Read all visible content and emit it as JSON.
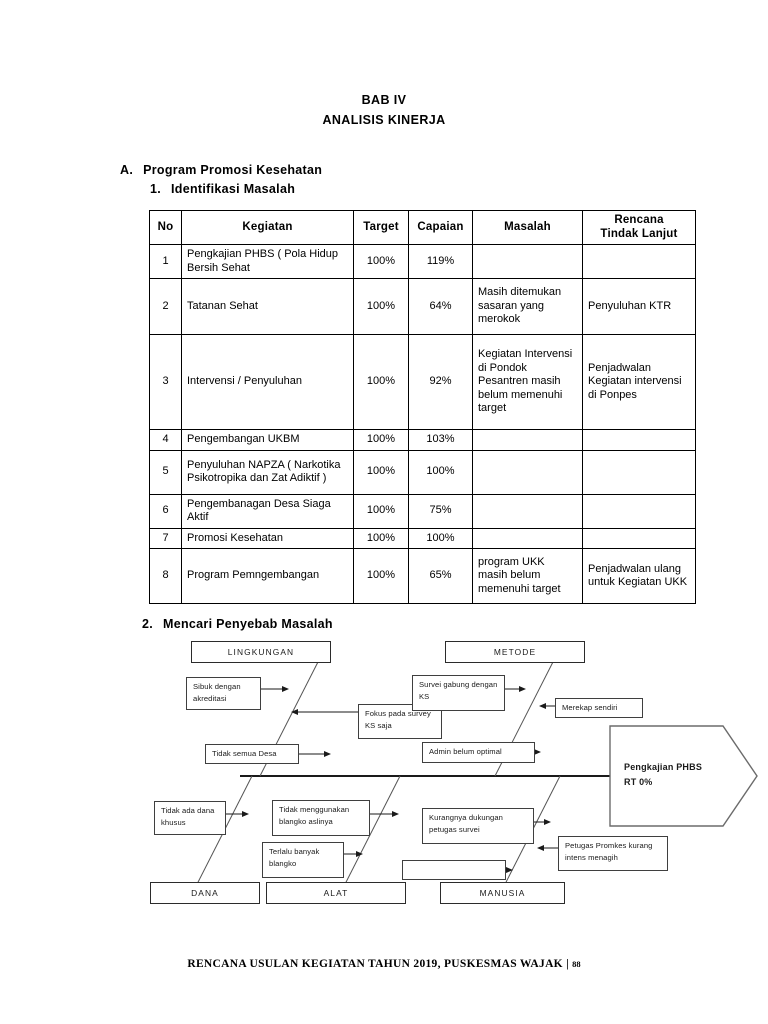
{
  "document": {
    "chapter_number": "BAB IV",
    "chapter_title": "ANALISIS KINERJA",
    "footer_text": "RENCANA USULAN KEGIATAN TAHUN 2019, PUSKESMAS WAJAK |",
    "page_number": "88"
  },
  "sections": {
    "a": {
      "marker": "A.",
      "title": "Program Promosi Kesehatan"
    },
    "a1": {
      "marker": "1.",
      "title": "Identifikasi Masalah"
    },
    "a2": {
      "marker": "2.",
      "title": "Mencari Penyebab Masalah"
    }
  },
  "table": {
    "headers": [
      "No",
      "Kegiatan",
      "Target",
      "Capaian",
      "Masalah",
      "Rencana Tindak Lanjut"
    ],
    "header_rencana_line1": "Rencana",
    "header_rencana_line2": "Tindak Lanjut",
    "rows": [
      {
        "no": "1",
        "kegiatan": "Pengkajian PHBS  ( Pola Hidup Bersih Sehat",
        "target": "100%",
        "capaian": "119%",
        "masalah": "",
        "rencana": ""
      },
      {
        "no": "2",
        "kegiatan": "Tatanan Sehat",
        "target": "100%",
        "capaian": "64%",
        "masalah": "Masih ditemukan sasaran yang merokok",
        "rencana": "Penyuluhan KTR"
      },
      {
        "no": "3",
        "kegiatan": "Intervensi / Penyuluhan",
        "target": "100%",
        "capaian": "92%",
        "masalah": "Kegiatan Intervensi di Pondok Pesantren masih belum memenuhi target",
        "rencana": "Penjadwalan Kegiatan intervensi di Ponpes"
      },
      {
        "no": "4",
        "kegiatan": "Pengembangan UKBM",
        "target": "100%",
        "capaian": "103%",
        "masalah": "",
        "rencana": ""
      },
      {
        "no": "5",
        "kegiatan": "Penyuluhan NAPZA ( Narkotika Psikotropika dan Zat Adiktif )",
        "target": "100%",
        "capaian": "100%",
        "masalah": "",
        "rencana": ""
      },
      {
        "no": "6",
        "kegiatan": "Pengembanagan Desa Siaga Aktif",
        "target": "100%",
        "capaian": "75%",
        "masalah": "",
        "rencana": ""
      },
      {
        "no": "7",
        "kegiatan": "Promosi Kesehatan",
        "target": "100%",
        "capaian": "100%",
        "masalah": "",
        "rencana": ""
      },
      {
        "no": "8",
        "kegiatan": "Program Pemngembangan",
        "target": "100%",
        "capaian": "65%",
        "masalah": "program UKK masih belum memenuhi target",
        "rencana": "Penjadwalan ulang untuk Kegiatan UKK"
      }
    ]
  },
  "fishbone": {
    "effect_line1": "Pengkajian PHBS",
    "effect_line2": "RT 0%",
    "categories": [
      {
        "id": "lingkungan",
        "label": "LINGKUNGAN"
      },
      {
        "id": "metode",
        "label": "METODE"
      },
      {
        "id": "dana",
        "label": "DANA"
      },
      {
        "id": "alat",
        "label": "ALAT"
      },
      {
        "id": "manusia",
        "label": "MANUSIA"
      }
    ],
    "causes": [
      {
        "id": "sibuk-akreditasi",
        "category": "lingkungan",
        "text": "Sibuk dengan akreditasi"
      },
      {
        "id": "fokus-survey-ks",
        "category": "lingkungan",
        "text": "Fokus pada survey KS saja"
      },
      {
        "id": "tidak-semua-desa",
        "category": "lingkungan",
        "text": "Tidak semua Desa"
      },
      {
        "id": "survei-gabung-ks",
        "category": "metode",
        "text": "Survei gabung dengan KS"
      },
      {
        "id": "merekap-sendiri",
        "category": "metode",
        "text": "Merekap sendiri"
      },
      {
        "id": "admin-belum-optimal",
        "category": "metode",
        "text": "Admin belum optimal"
      },
      {
        "id": "tidak-ada-dana-khusus",
        "category": "dana",
        "text": "Tidak ada dana khusus"
      },
      {
        "id": "blangko-aslinya",
        "category": "alat",
        "text": "Tidak menggunakan blangko aslinya"
      },
      {
        "id": "terlalu-banyak-blangko",
        "category": "alat",
        "text": "Terlalu banyak blangko"
      },
      {
        "id": "kurangnya-dukungan",
        "category": "manusia",
        "text": "Kurangnya dukungan petugas survei"
      },
      {
        "id": "petugas-promkes",
        "category": "manusia",
        "text": "Petugas Promkes kurang intens menagih"
      },
      {
        "id": "empty-cause",
        "category": "manusia",
        "text": ""
      }
    ]
  },
  "colors": {
    "text": "#000000",
    "diagram_line": "#3f3f3f",
    "page_background": "#ffffff"
  }
}
